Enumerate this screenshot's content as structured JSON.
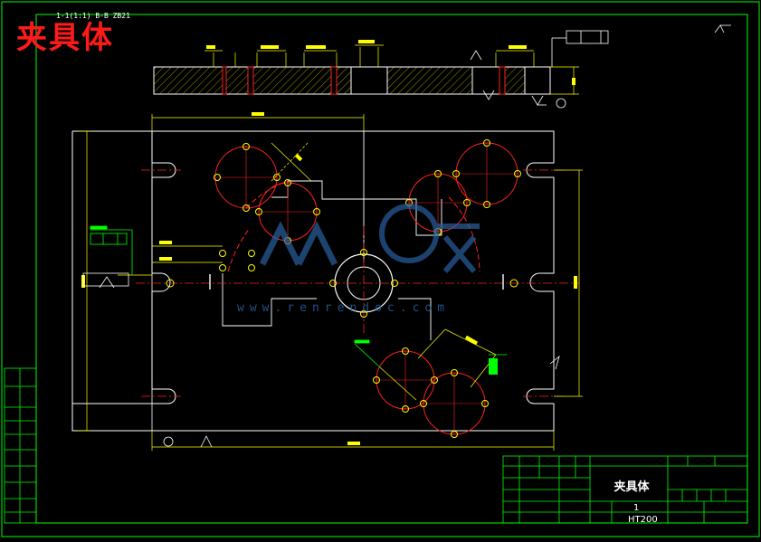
{
  "drawing": {
    "title": "夹具体",
    "section_label": "1-1(1:1) B-B ZB21"
  },
  "title_block": {
    "part_name": "夹具体",
    "quantity": "1",
    "material": "HT200"
  },
  "watermark": {
    "domain": "www.renrendoc.com"
  },
  "colors": {
    "background": "#000000",
    "frame": "#00ff00",
    "outline": "#ffffff",
    "dimension": "#ffff00",
    "circles": "#ff2020",
    "centerline": "#ff2020",
    "annotation": "#00ff00",
    "section_hatch": "#ffff00",
    "watermark": "#2a5f9e"
  }
}
